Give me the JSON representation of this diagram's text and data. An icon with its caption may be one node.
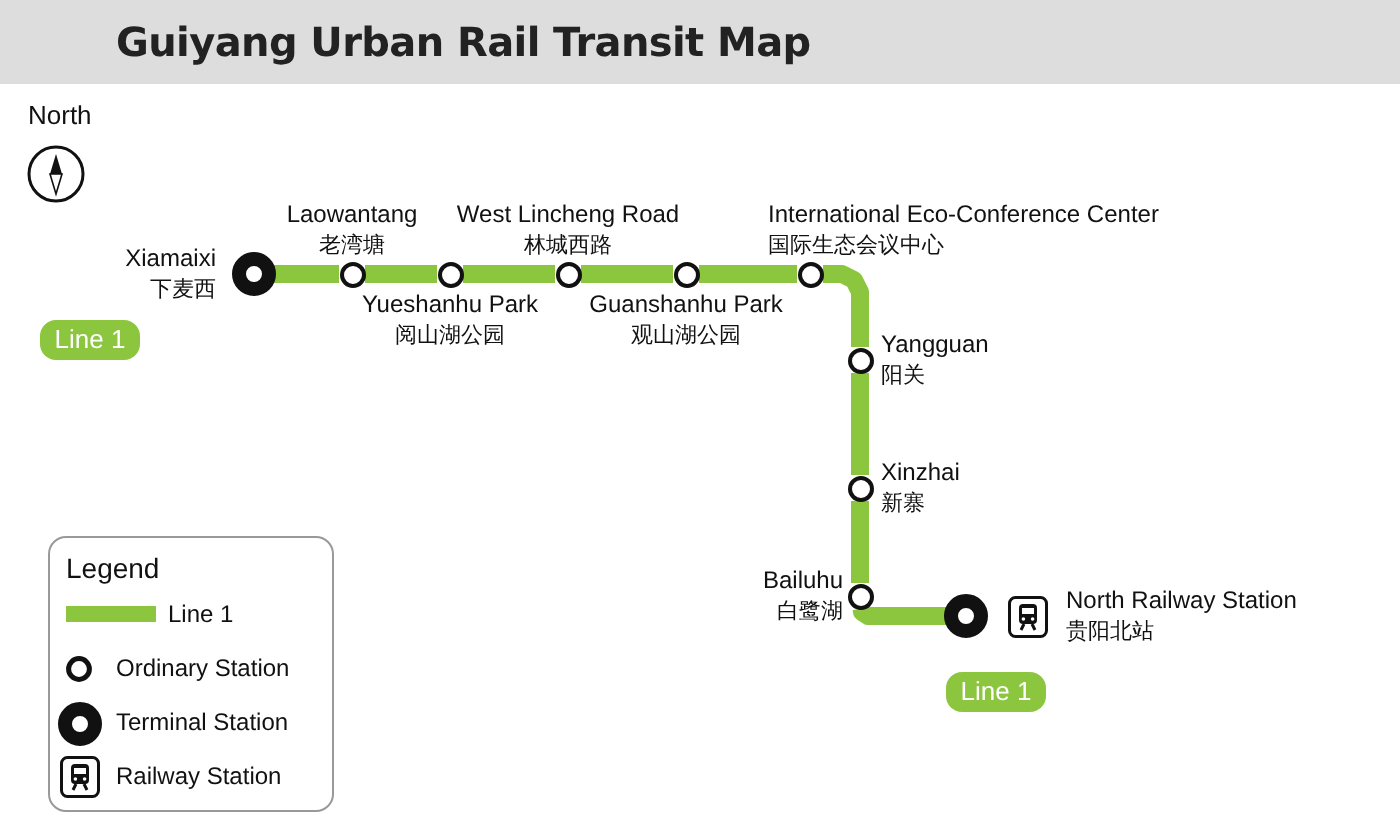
{
  "diagram": {
    "title": "Guiyang Urban Rail Transit Map",
    "nodes": [
      {
        "text": [
          "Xiamaixi",
          "下麦西"
        ]
      },
      {
        "text": [
          "Laowantang",
          "老湾塘"
        ]
      },
      {
        "text": [
          "Yueshanhu Park",
          "阅山湖公园"
        ]
      },
      {
        "text": [
          "West Lincheng Road",
          "林城西路"
        ]
      },
      {
        "text": [
          "Guanshanhu Park",
          "观山湖公园"
        ]
      },
      {
        "text": [
          "International Eco-Conference Center",
          "国际生态会议中心"
        ]
      },
      {
        "text": [
          "Yangguan",
          "阳关"
        ]
      },
      {
        "text": [
          "Xinzhai",
          "新寨"
        ]
      },
      {
        "text": [
          "Bailuhu",
          "白鹭湖"
        ]
      },
      {
        "text": [
          "North Railway Station",
          "贵阳北站"
        ]
      }
    ],
    "edges": [
      {
        "from": 0,
        "to": 1,
        "arrow": "none"
      },
      {
        "from": 1,
        "to": 2,
        "arrow": "none"
      },
      {
        "from": 2,
        "to": 3,
        "arrow": "none"
      },
      {
        "from": 3,
        "to": 4,
        "arrow": "none"
      },
      {
        "from": 4,
        "to": 5,
        "arrow": "none"
      },
      {
        "from": 5,
        "to": 6,
        "arrow": "none"
      },
      {
        "from": 6,
        "to": 7,
        "arrow": "none"
      },
      {
        "from": 7,
        "to": 8,
        "arrow": "none"
      },
      {
        "from": 8,
        "to": 9,
        "arrow": "none"
      }
    ],
    "labels": [
      "North",
      "Line 1",
      "Line 1",
      "Legend"
    ],
    "legend": [
      {
        "text": "Line 1",
        "color": "#8cc63f"
      },
      {
        "text": "Ordinary Station"
      },
      {
        "text": "Terminal Station"
      },
      {
        "text": "Railway Station"
      }
    ]
  }
}
